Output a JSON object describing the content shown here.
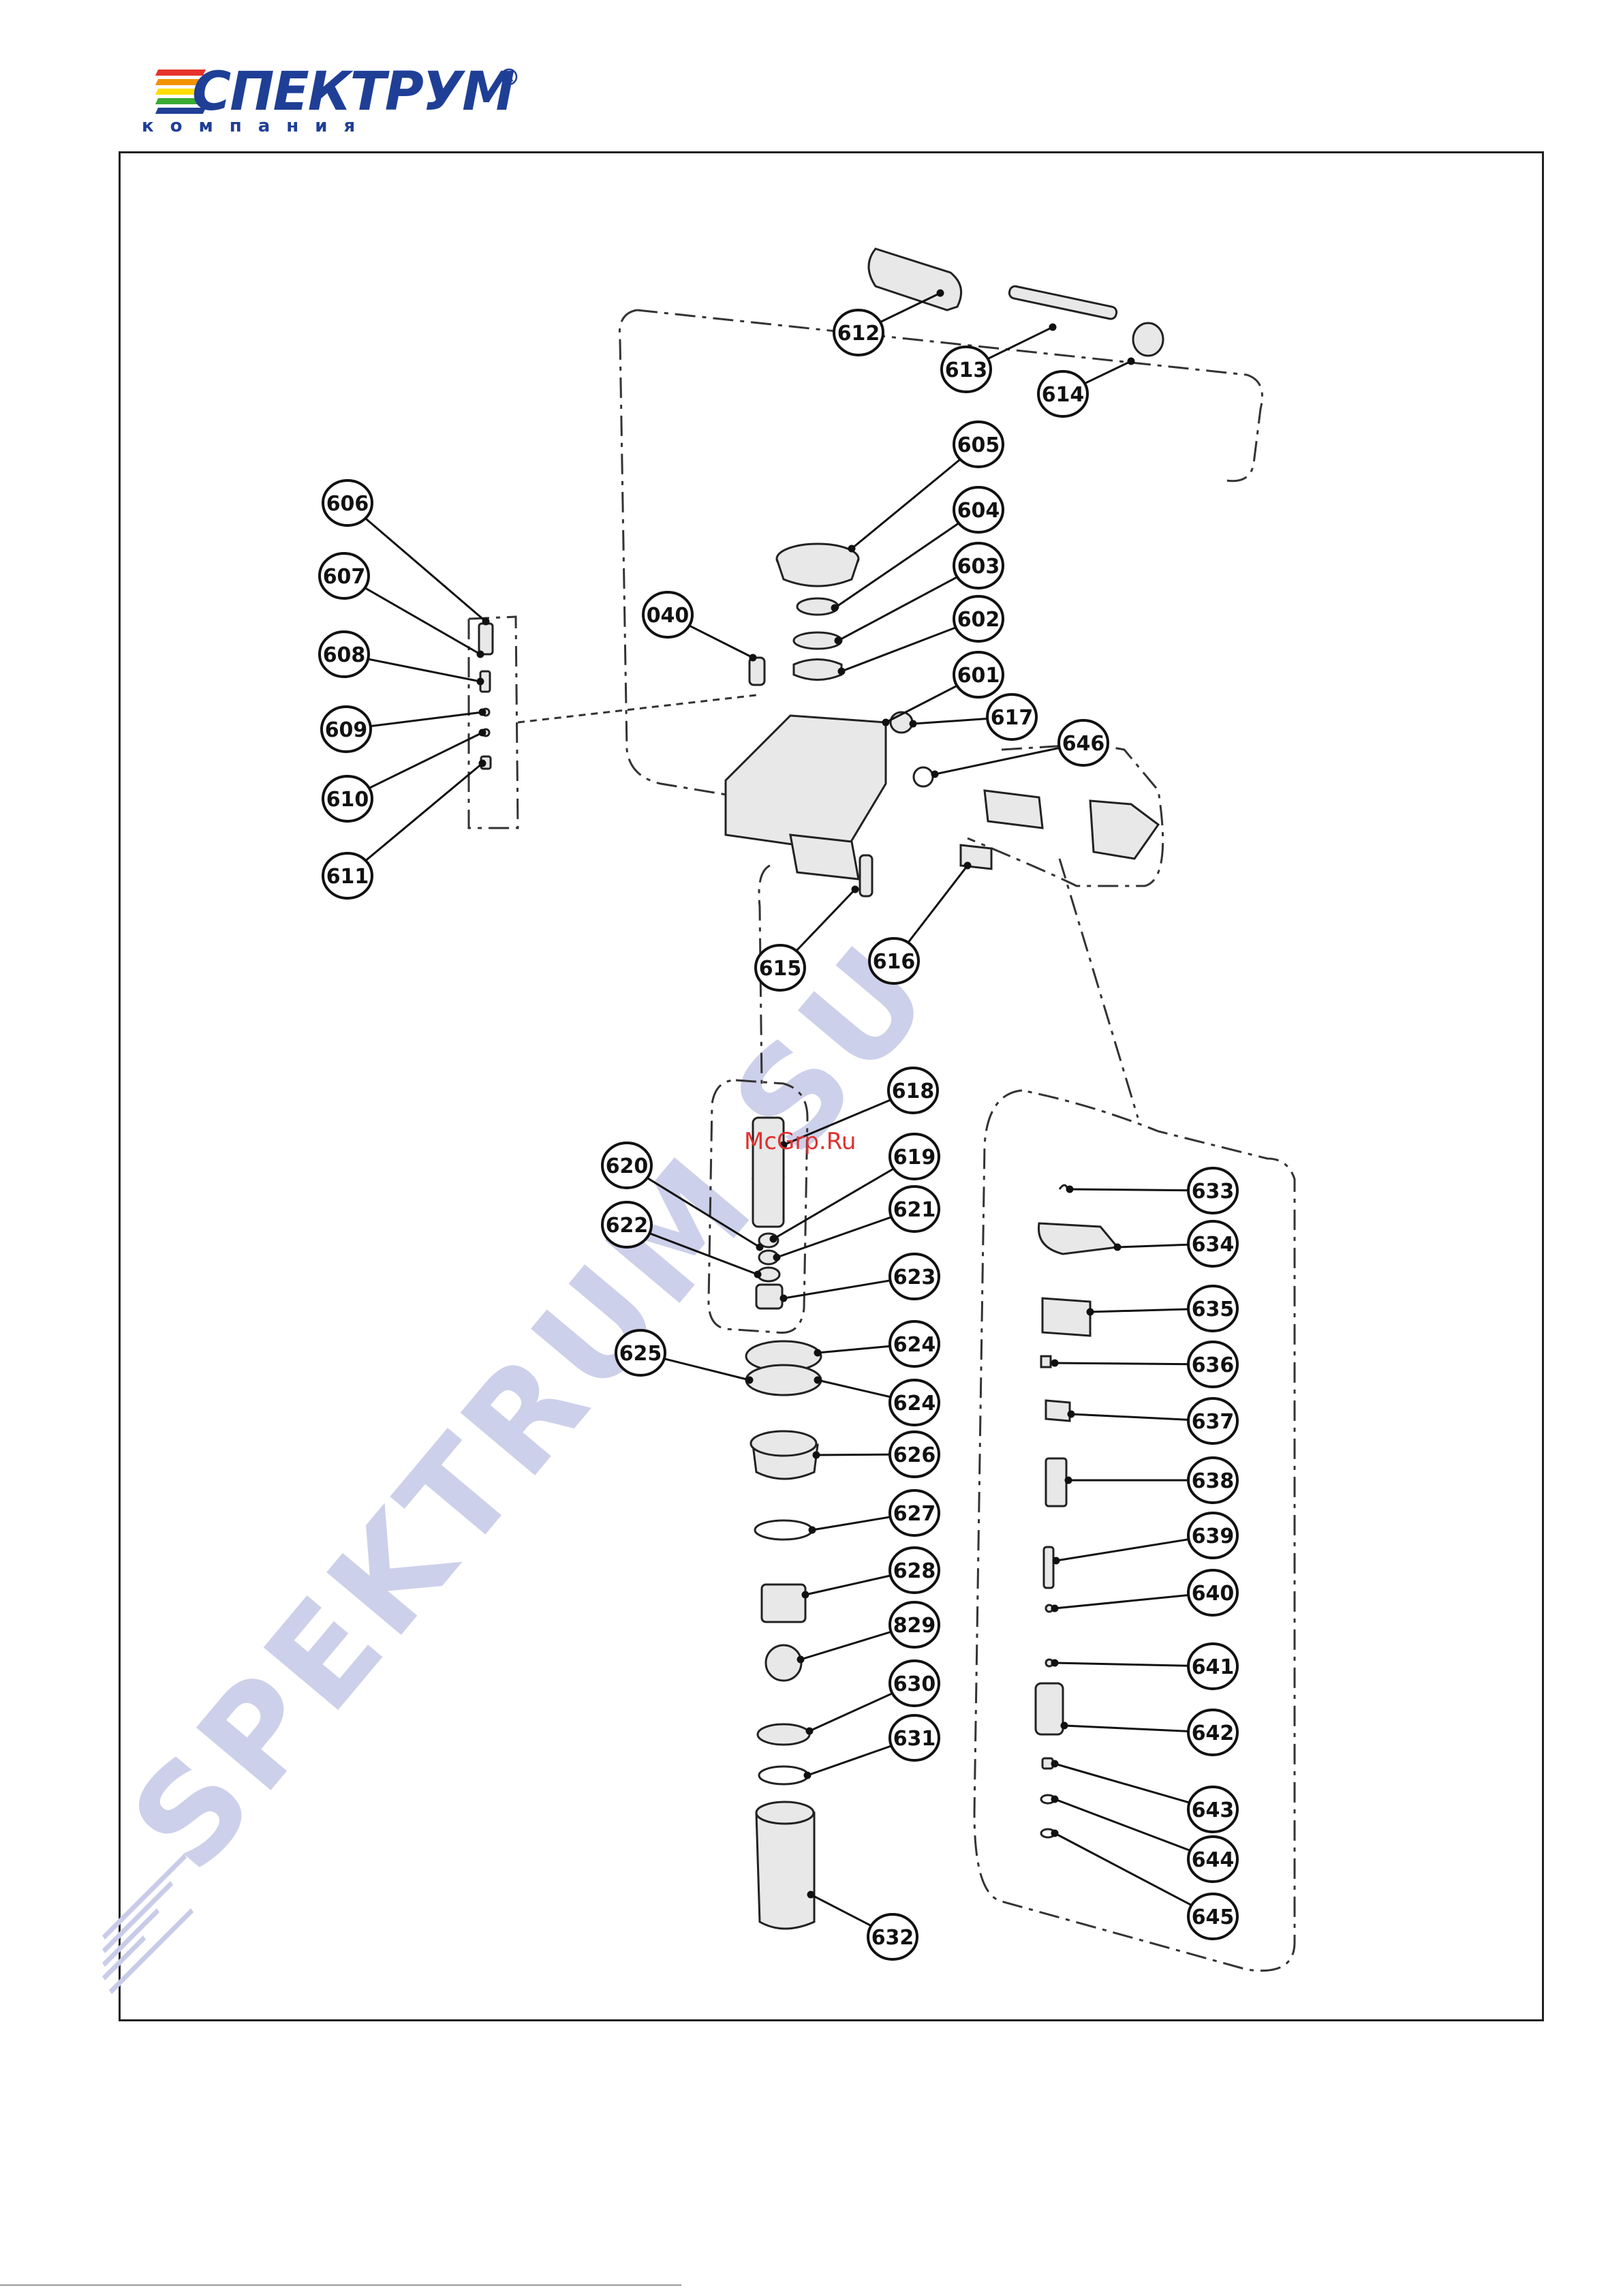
{
  "logo": {
    "brand": "СПЕКТРУМ",
    "registered": "®",
    "subtitle": "компания",
    "colors": [
      "#e6332a",
      "#f39200",
      "#ffdd00",
      "#3aaa35",
      "#1f3f96"
    ]
  },
  "watermark": {
    "text": "SPEKTRUM.SU",
    "color": "#c8cce8"
  },
  "site_mark": {
    "text": "McGrp.Ru",
    "color": "#e03030"
  },
  "callouts": [
    {
      "id": "612",
      "label": "612"
    },
    {
      "id": "613",
      "label": "613"
    },
    {
      "id": "614",
      "label": "614"
    },
    {
      "id": "605",
      "label": "605"
    },
    {
      "id": "604",
      "label": "604"
    },
    {
      "id": "603",
      "label": "603"
    },
    {
      "id": "602",
      "label": "602"
    },
    {
      "id": "601",
      "label": "601"
    },
    {
      "id": "617",
      "label": "617"
    },
    {
      "id": "646",
      "label": "646"
    },
    {
      "id": "040",
      "label": "040"
    },
    {
      "id": "606",
      "label": "606"
    },
    {
      "id": "607",
      "label": "607"
    },
    {
      "id": "608",
      "label": "608"
    },
    {
      "id": "609",
      "label": "609"
    },
    {
      "id": "610",
      "label": "610"
    },
    {
      "id": "611",
      "label": "611"
    },
    {
      "id": "615",
      "label": "615"
    },
    {
      "id": "616",
      "label": "616"
    },
    {
      "id": "618",
      "label": "618"
    },
    {
      "id": "619",
      "label": "619"
    },
    {
      "id": "620",
      "label": "620"
    },
    {
      "id": "621",
      "label": "621"
    },
    {
      "id": "622",
      "label": "622"
    },
    {
      "id": "623",
      "label": "623"
    },
    {
      "id": "624a",
      "label": "624"
    },
    {
      "id": "624b",
      "label": "624"
    },
    {
      "id": "625",
      "label": "625"
    },
    {
      "id": "626",
      "label": "626"
    },
    {
      "id": "627",
      "label": "627"
    },
    {
      "id": "628",
      "label": "628"
    },
    {
      "id": "829",
      "label": "829"
    },
    {
      "id": "630",
      "label": "630"
    },
    {
      "id": "631",
      "label": "631"
    },
    {
      "id": "632",
      "label": "632"
    },
    {
      "id": "633",
      "label": "633"
    },
    {
      "id": "634",
      "label": "634"
    },
    {
      "id": "635",
      "label": "635"
    },
    {
      "id": "636",
      "label": "636"
    },
    {
      "id": "637",
      "label": "637"
    },
    {
      "id": "638",
      "label": "638"
    },
    {
      "id": "639",
      "label": "639"
    },
    {
      "id": "640",
      "label": "640"
    },
    {
      "id": "641",
      "label": "641"
    },
    {
      "id": "642",
      "label": "642"
    },
    {
      "id": "643",
      "label": "643"
    },
    {
      "id": "644",
      "label": "644"
    },
    {
      "id": "645",
      "label": "645"
    }
  ]
}
